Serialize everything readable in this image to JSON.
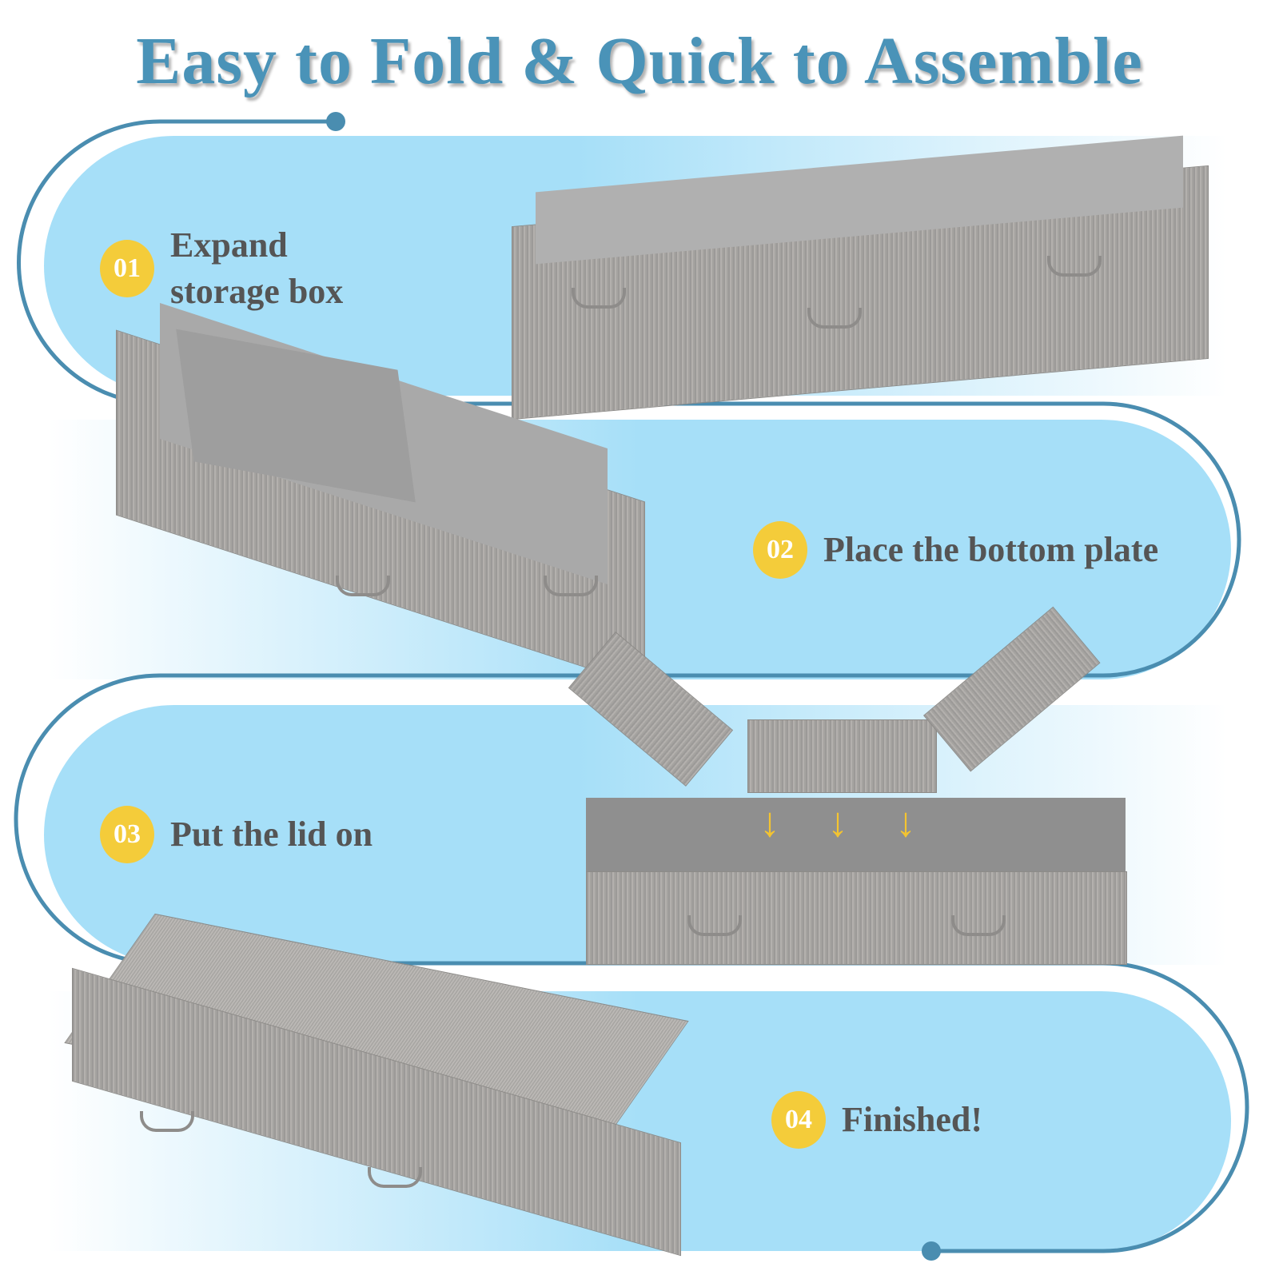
{
  "title": "Easy to Fold & Quick to Assemble",
  "steps": [
    {
      "number": "01",
      "label_line1": "Expand",
      "label_line2": "storage box"
    },
    {
      "number": "02",
      "label": "Place the bottom plate"
    },
    {
      "number": "03",
      "label": "Put the lid on"
    },
    {
      "number": "04",
      "label": "Finished!"
    }
  ],
  "colors": {
    "accent": "#4a93b8",
    "band": "#a6dff8",
    "badge": "#f4cc3a",
    "text": "#555555"
  }
}
